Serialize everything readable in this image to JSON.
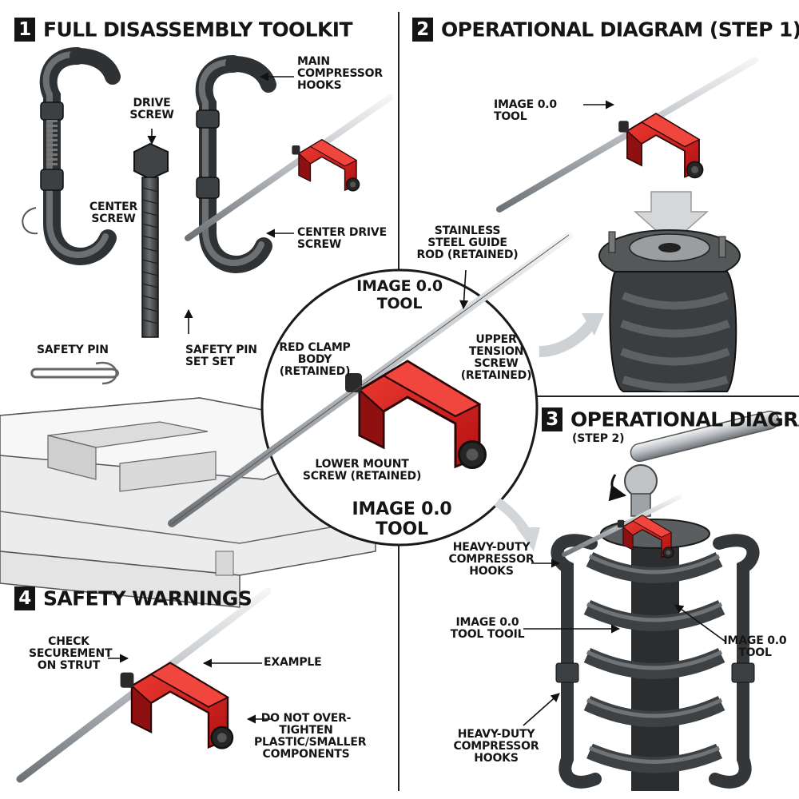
{
  "sections": [
    {
      "number": "1",
      "title": "FULL DISASSEMBLY TOOLKIT"
    },
    {
      "number": "2",
      "title": "OPERATIONAL DIAGRAM (STEP 1)"
    },
    {
      "number": "3",
      "title": "OPERATIONAL DIAGRAM",
      "subtitle": "(STEP 2)"
    },
    {
      "number": "4",
      "title": "SAFETY WARNINGS"
    }
  ],
  "toolkit": {
    "main_hooks": "MAIN COMPRESSOR HOOKS",
    "drive_screw": "DRIVE SCREW",
    "center_screw": "CENTER SCREW",
    "center_drive_screw": "CENTER DRIVE SCREW",
    "safety_pin": "SAFETY PIN",
    "safety_pin_set": "SAFETY PIN SET SET"
  },
  "center_detail": {
    "top_label": "IMAGE 0.0 TOOL",
    "guide_rod": "STAINLESS STEEL GUIDE ROD (RETAINED)",
    "clamp_body": "RED CLAMP BODY (RETAINED)",
    "upper_screw": "UPPER TENSION SCREW (RETAINED)",
    "lower_screw": "LOWER MOUNT SCREW (RETAINED)",
    "bottom_label": "IMAGE 0.0 TOOL"
  },
  "step1": {
    "tool_label": "IMAGE 0.0 TOOL"
  },
  "step2": {
    "hooks_upper": "HEAVY-DUTY COMPRESSOR HOOKS",
    "tool_left": "IMAGE 0.0 TOOL TOOIL",
    "tool_right": "IMAGE 0.0 TOOL",
    "hooks_lower": "HEAVY-DUTY COMPRESSOR HOOKS"
  },
  "warnings": {
    "check": "CHECK SECUREMENT ON STRUT",
    "example": "EXAMPLE",
    "do_not": "DO NOT OVER-TIGHTEN PLASTIC/SMALLER COMPONENTS"
  },
  "colors": {
    "clamp_red": "#d81c1c",
    "clamp_dark": "#8a0e0e",
    "steel": "#c6cacd",
    "iron": "#45484a"
  }
}
